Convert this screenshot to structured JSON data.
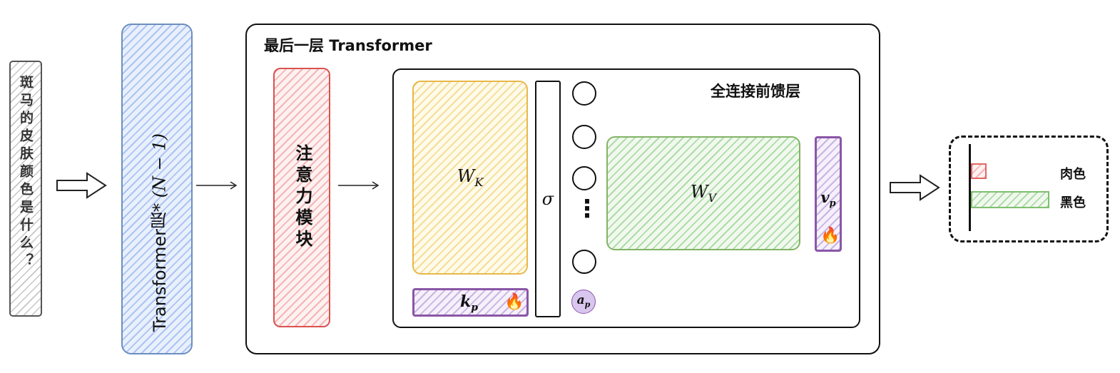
{
  "question": "斑马的皮肤颜色是什么？",
  "transformer_stack": {
    "label_prefix": "Transformer层",
    "label_math": " * (N − 1)"
  },
  "last_layer": {
    "title": "最后一层 Transformer",
    "attention_label": "注意力模块",
    "ffn": {
      "title": "全连接前馈层",
      "wk": "W",
      "wk_sub": "K",
      "wv": "W",
      "wv_sub": "V",
      "sigma": "σ",
      "kp": "k",
      "kp_sub": "p",
      "vp": "v",
      "vp_sub": "p",
      "ap": "a",
      "ap_sub": "p",
      "ellipsis": "⋮",
      "flame_icon": "fire-icon"
    }
  },
  "output": {
    "bars": [
      {
        "label": "肉色",
        "value": 0.2,
        "color": "#e06666"
      },
      {
        "label": "黑色",
        "value": 1.0,
        "color": "#7fbf6f"
      }
    ]
  },
  "colors": {
    "stack_border": "#6c8ebf",
    "attention_border": "#d9534f",
    "wk_border": "#e8b84a",
    "wv_border": "#82b366",
    "prompt_border": "#8a56a6",
    "ap_fill": "#d8c6ee"
  }
}
